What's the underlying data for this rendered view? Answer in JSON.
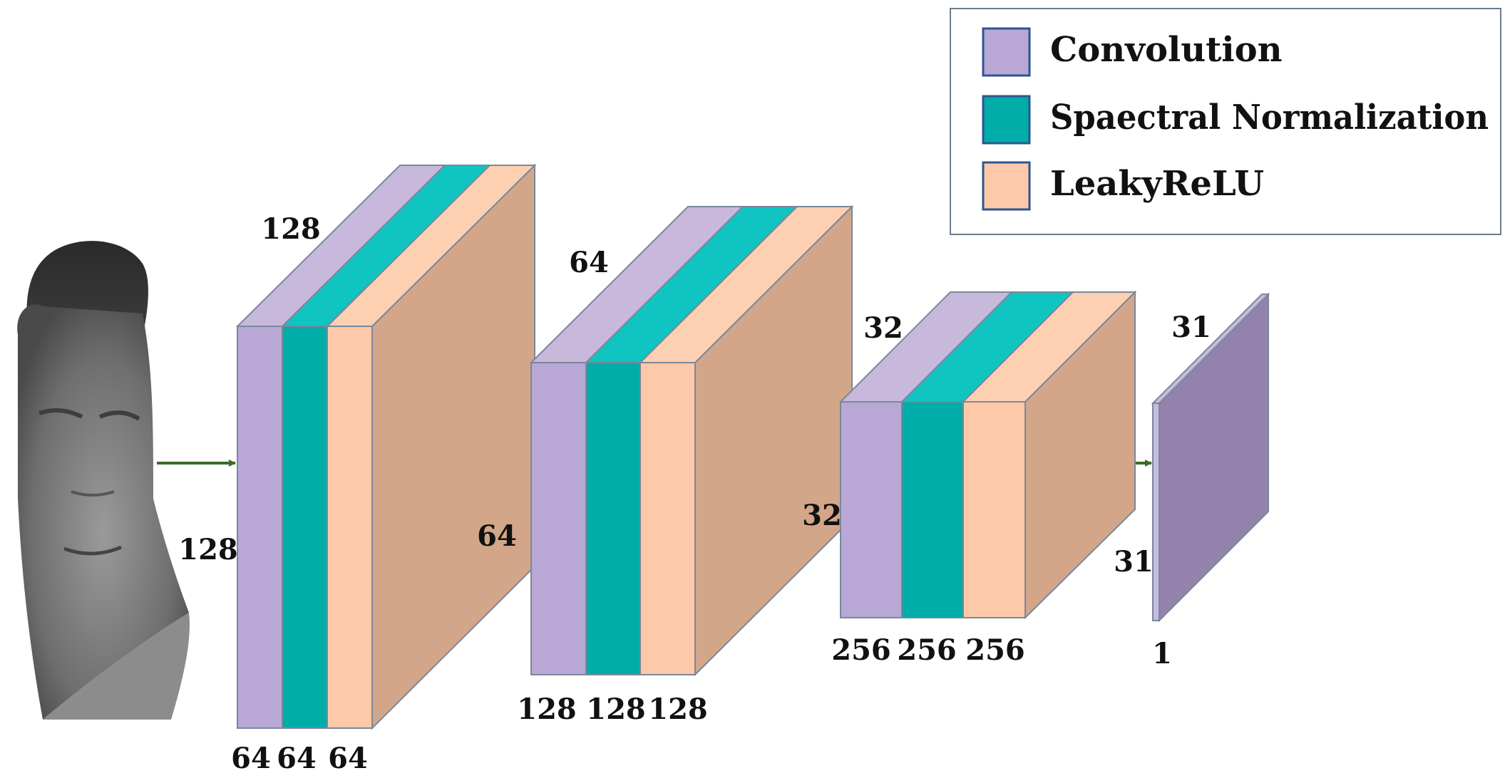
{
  "colors": {
    "convolution": "#b9a8d6",
    "convolution_top": "#c7b8dc",
    "spectral_norm": "#00ada9",
    "spectral_norm_top": "#10c4c1",
    "leaky_relu": "#fdc9a8",
    "leaky_relu_top": "#fdd0b2",
    "block_side": "#d3a68a",
    "output_face": "#9383ac",
    "output_edge": "#c7bce0",
    "arrow": "#3b6a2a",
    "legend_border": "#6b7c8e",
    "swatch_border": "#2d5590",
    "outline": "#7a889a"
  },
  "legend": {
    "items": [
      {
        "label": "Convolution",
        "color_key": "convolution"
      },
      {
        "label": "Spaectral Normalization",
        "color_key": "spectral_norm"
      },
      {
        "label": "LeakyReLU",
        "color_key": "leaky_relu"
      }
    ]
  },
  "input_image": {
    "description_icon": "face-photo-icon"
  },
  "blocks": [
    {
      "depth_label": "128",
      "height_label": "128",
      "channel_labels": [
        "64",
        "64",
        "64"
      ]
    },
    {
      "depth_label": "64",
      "height_label": "64",
      "channel_labels": [
        "128",
        "128",
        "128"
      ]
    },
    {
      "depth_label": "32",
      "height_label": "32",
      "channel_labels": [
        "256",
        "256",
        "256"
      ]
    }
  ],
  "output": {
    "depth_label": "31",
    "height_label": "31",
    "channel_label": "1"
  }
}
